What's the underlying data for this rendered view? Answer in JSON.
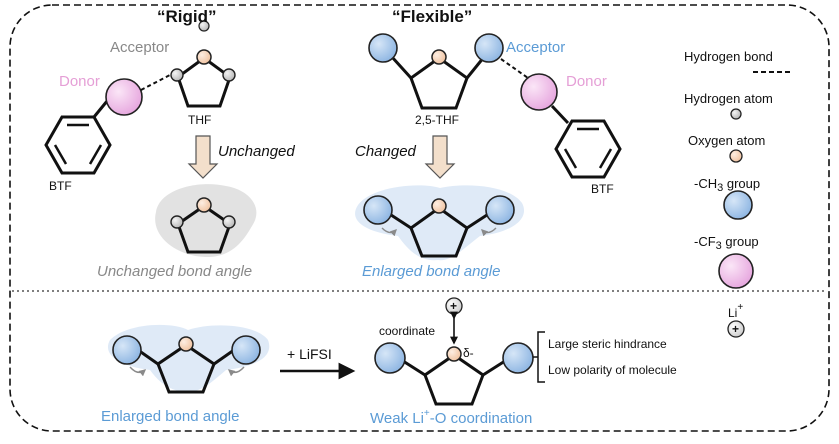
{
  "top": {
    "rigid": {
      "title": "“Rigid”",
      "acceptor": "Acceptor",
      "donor": "Donor",
      "thf": "THF",
      "btf": "BTF",
      "change": "Unchanged",
      "caption": "Unchanged bond angle"
    },
    "flexible": {
      "title": "“Flexible”",
      "acceptor": "Acceptor",
      "donor": "Donor",
      "thf": "2,5-THF",
      "btf": "BTF",
      "change": "Changed",
      "caption": "Enlarged bond angle"
    }
  },
  "legend": {
    "hbond": "Hydrogen bond",
    "hatom": "Hydrogen atom",
    "oatom": "Oxygen atom",
    "ch3_prefix": "-CH",
    "ch3_sub": "3",
    "ch3_suffix": " group",
    "cf3_prefix": "-CF",
    "cf3_sub": "3",
    "cf3_suffix": " group",
    "li": "Li",
    "li_sup": "+",
    "plus": "+"
  },
  "bottom": {
    "reagent": "+ LiFSI",
    "coordinate": "coordinate",
    "delta": "δ-",
    "plus": "+",
    "bullet1": "Large steric hindrance",
    "bullet2": "Low polarity of molecule",
    "caption_left": "Enlarged bond angle",
    "caption_right_prefix": "Weak Li",
    "caption_right_sup": "+",
    "caption_right_suffix": "-O coordination"
  },
  "colors": {
    "donor_pink": "#e59fd6",
    "acceptor_blue": "#5b9bd5",
    "grey_text": "#888888",
    "ch3_fill": "#a9c7ea",
    "cf3_fill": "#f0c2ea",
    "oxygen_fill": "#f6d2b6",
    "arrow_fill": "#f3dfcb"
  }
}
